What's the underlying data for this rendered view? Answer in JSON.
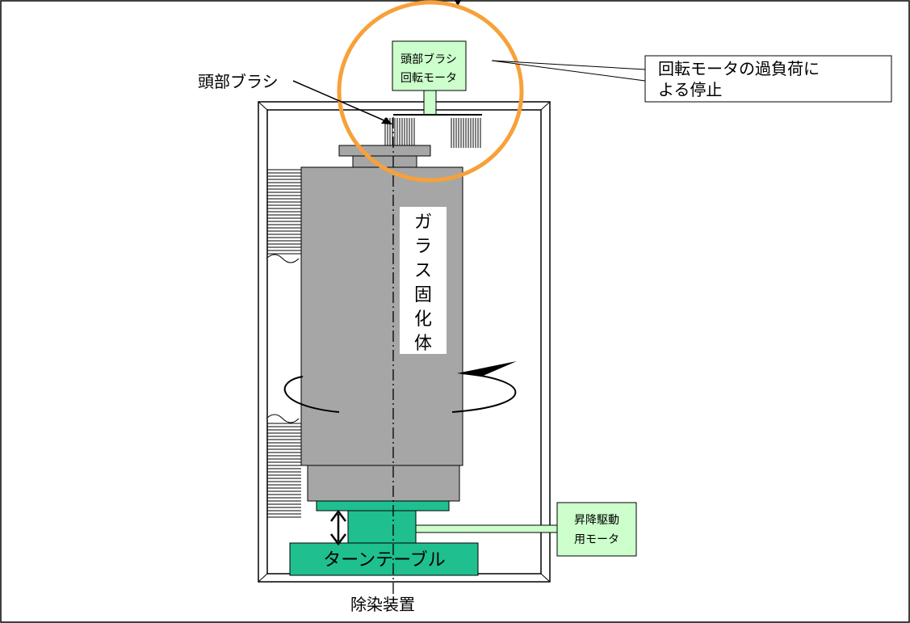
{
  "labels": {
    "head_brush": "頭部ブラシ",
    "motor_label_line1": "頭部ブラシ",
    "motor_label_line2": "回転モータ",
    "callout_line1": "回転モータの過負荷に",
    "callout_line2": "よる停止",
    "glass_body": [
      "ガ",
      "ラ",
      "ス",
      "固",
      "化",
      "体"
    ],
    "turntable": "ターンテーブル",
    "lift_motor_line1": "昇降駆動",
    "lift_motor_line2": "用モータ",
    "device": "除染装置"
  },
  "colors": {
    "body_gray": "#a6a6a6",
    "green": "#1fbf8f",
    "light_green": "#ccffcc",
    "orange": "#f7a13a"
  }
}
